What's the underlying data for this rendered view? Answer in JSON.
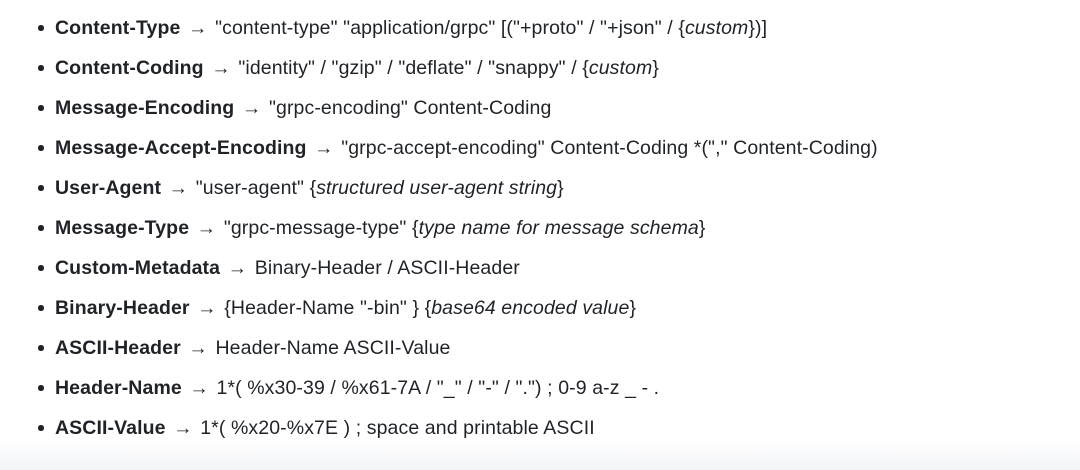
{
  "document": {
    "type": "abnf-grammar-bullet-list",
    "background_color": "#ffffff",
    "text_color": "#1f2328",
    "arrow_glyph": "→",
    "bullet_glyph": "•",
    "items": [
      {
        "term": "Content-Type",
        "arrow": "→",
        "definition_parts": [
          {
            "text": "\"content-type\" \"application/grpc\" [(\"+proto\" / \"+json\" / {",
            "style": "normal"
          },
          {
            "text": "custom",
            "style": "italic"
          },
          {
            "text": "})]",
            "style": "normal"
          }
        ]
      },
      {
        "term": "Content-Coding",
        "arrow": "→",
        "definition_parts": [
          {
            "text": "\"identity\" / \"gzip\" / \"deflate\" / \"snappy\" / {",
            "style": "normal"
          },
          {
            "text": "custom",
            "style": "italic"
          },
          {
            "text": "}",
            "style": "normal"
          }
        ]
      },
      {
        "term": "Message-Encoding",
        "arrow": "→",
        "definition_parts": [
          {
            "text": "\"grpc-encoding\" Content-Coding",
            "style": "normal"
          }
        ]
      },
      {
        "term": "Message-Accept-Encoding",
        "arrow": "→",
        "definition_parts": [
          {
            "text": "\"grpc-accept-encoding\" Content-Coding *(\",\" Content-Coding)",
            "style": "normal"
          }
        ]
      },
      {
        "term": "User-Agent",
        "arrow": "→",
        "definition_parts": [
          {
            "text": "\"user-agent\" {",
            "style": "normal"
          },
          {
            "text": "structured user-agent string",
            "style": "italic"
          },
          {
            "text": "}",
            "style": "normal"
          }
        ]
      },
      {
        "term": "Message-Type",
        "arrow": "→",
        "definition_parts": [
          {
            "text": "\"grpc-message-type\" {",
            "style": "normal"
          },
          {
            "text": "type name for message schema",
            "style": "italic"
          },
          {
            "text": "}",
            "style": "normal"
          }
        ]
      },
      {
        "term": "Custom-Metadata",
        "arrow": "→",
        "definition_parts": [
          {
            "text": "Binary-Header / ASCII-Header",
            "style": "normal"
          }
        ]
      },
      {
        "term": "Binary-Header",
        "arrow": "→",
        "definition_parts": [
          {
            "text": "{Header-Name \"-bin\" } {",
            "style": "normal"
          },
          {
            "text": "base64 encoded value",
            "style": "italic"
          },
          {
            "text": "}",
            "style": "normal"
          }
        ]
      },
      {
        "term": "ASCII-Header",
        "arrow": "→",
        "definition_parts": [
          {
            "text": "Header-Name ASCII-Value",
            "style": "normal"
          }
        ]
      },
      {
        "term": "Header-Name",
        "arrow": "→",
        "definition_parts": [
          {
            "text": "1*( %x30-39 / %x61-7A / \"_\" / \"-\" / \".\") ; 0-9 a-z _ - .",
            "style": "normal"
          }
        ]
      },
      {
        "term": "ASCII-Value",
        "arrow": "→",
        "definition_parts": [
          {
            "text": "1*( %x20-%x7E ) ; space and printable ASCII",
            "style": "normal"
          }
        ]
      }
    ]
  }
}
